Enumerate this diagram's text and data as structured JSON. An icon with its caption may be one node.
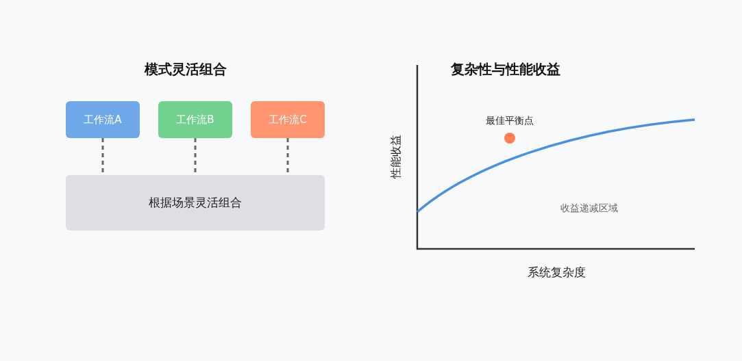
{
  "diagram": {
    "nodes": [
      {
        "text": [
          "工作流A"
        ]
      },
      {
        "text": [
          "工作流B"
        ]
      },
      {
        "text": [
          "工作流C"
        ]
      },
      {
        "text": [
          "根据场景灵活组合"
        ]
      }
    ],
    "edges": [
      {
        "from": 0,
        "to": 3,
        "arrow": "none",
        "style": "dashed"
      },
      {
        "from": 1,
        "to": 3,
        "arrow": "none",
        "style": "dashed"
      },
      {
        "from": 2,
        "to": 3,
        "arrow": "none",
        "style": "dashed"
      }
    ],
    "labels": [
      "模式灵活组合",
      "复杂性与性能收益",
      "最佳平衡点",
      "性能收益",
      "收益递减区域",
      "系统复杂度"
    ]
  }
}
